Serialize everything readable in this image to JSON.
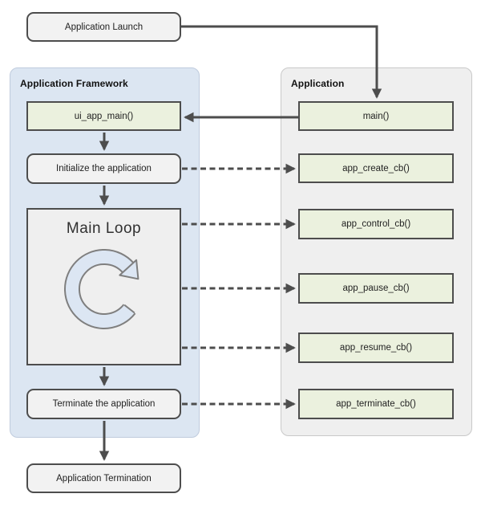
{
  "launch": {
    "label": "Application Launch"
  },
  "framework": {
    "title": "Application Framework",
    "ui_app_main": "ui_app_main()",
    "initialize": "Initialize the application",
    "main_loop": "Main Loop",
    "terminate": "Terminate the application"
  },
  "app": {
    "title": "Application",
    "main": "main()",
    "callbacks": [
      "app_create_cb()",
      "app_control_cb()",
      "app_pause_cb()",
      "app_resume_cb()",
      "app_terminate_cb()"
    ]
  },
  "termination": {
    "label": "Application Termination"
  },
  "colors": {
    "framework_fill": "#dce6f2",
    "framework_border": "#bfcbdd",
    "application_fill": "#efefef",
    "application_border": "#c9c9c9",
    "callback_fill": "#ebf1de",
    "step_fill": "#f2f2f2",
    "box_border": "#4d4d4d",
    "arrow": "#4d4d4d",
    "loop_icon_fill": "#dce6f3",
    "loop_icon_stroke": "#7f7f7f"
  }
}
